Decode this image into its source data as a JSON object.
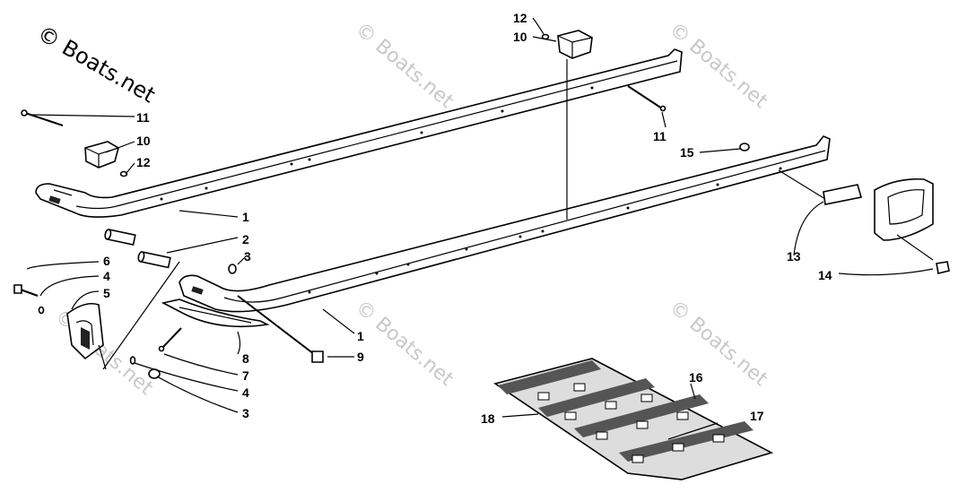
{
  "watermark": {
    "main": "© Boats.net",
    "faint": "© Boats.net"
  },
  "callouts": [
    {
      "id": "c12a",
      "label": "12"
    },
    {
      "id": "c10a",
      "label": "10"
    },
    {
      "id": "c11a",
      "label": "11"
    },
    {
      "id": "c15",
      "label": "15"
    },
    {
      "id": "c11b",
      "label": "11"
    },
    {
      "id": "c10b",
      "label": "10"
    },
    {
      "id": "c12b",
      "label": "12"
    },
    {
      "id": "c1a",
      "label": "1"
    },
    {
      "id": "c2",
      "label": "2"
    },
    {
      "id": "c6",
      "label": "6"
    },
    {
      "id": "c3a",
      "label": "3"
    },
    {
      "id": "c4a",
      "label": "4"
    },
    {
      "id": "c5",
      "label": "5"
    },
    {
      "id": "c1b",
      "label": "1"
    },
    {
      "id": "c8",
      "label": "8"
    },
    {
      "id": "c9",
      "label": "9"
    },
    {
      "id": "c7",
      "label": "7"
    },
    {
      "id": "c4b",
      "label": "4"
    },
    {
      "id": "c3b",
      "label": "3"
    },
    {
      "id": "c13",
      "label": "13"
    },
    {
      "id": "c14",
      "label": "14"
    },
    {
      "id": "c16",
      "label": "16"
    },
    {
      "id": "c17",
      "label": "17"
    },
    {
      "id": "c18",
      "label": "18"
    }
  ]
}
